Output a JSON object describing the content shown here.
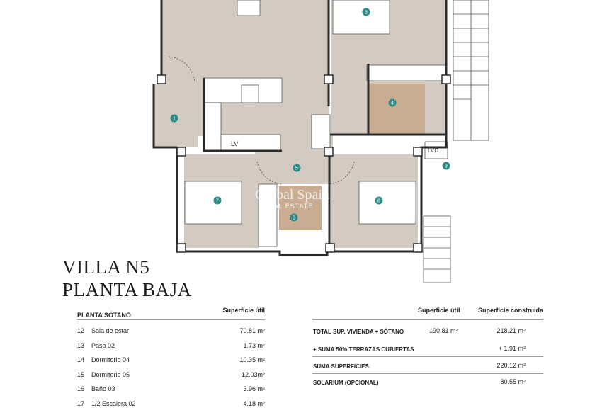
{
  "plan": {
    "room_markers": [
      "1",
      "3",
      "4",
      "5",
      "6",
      "7",
      "8",
      "9"
    ],
    "labels": {
      "lv": "LV",
      "lvd": "LVD"
    },
    "watermark": {
      "brand": "Global Spain",
      "sub": "REAL ESTATE"
    },
    "colors": {
      "floor": "#d3cbc1",
      "wet": "#c9ad92",
      "marker": "#2e8a86",
      "wall": "#2b2b2b"
    }
  },
  "title": {
    "line1": "VILLA N5",
    "line2": "PLANTA BAJA"
  },
  "left_table": {
    "heading": "PLANTA SÓTANO",
    "col_header": "Superficie útil",
    "rows": [
      {
        "num": "12",
        "name": "Sala de estar",
        "value": "70.81 m²"
      },
      {
        "num": "13",
        "name": "Paso 02",
        "value": "1.73 m²"
      },
      {
        "num": "14",
        "name": "Dormitorio 04",
        "value": "10.35 m²"
      },
      {
        "num": "15",
        "name": "Dormitorio 05",
        "value": "12.03m²"
      },
      {
        "num": "16",
        "name": "Baño 03",
        "value": "3.96 m²"
      },
      {
        "num": "17",
        "name": "1/2 Escalera 02",
        "value": "4.18 m²"
      }
    ]
  },
  "right_table": {
    "col_util": "Superficie útil",
    "col_construida": "Superficie construida",
    "rows": [
      {
        "name": "TOTAL SUP. VIVIENDA + SÓTANO",
        "util": "190.81  m²",
        "construida": "218.21 m²"
      },
      {
        "name": "+ SUMA 50% TERRAZAS CUBIERTAS",
        "util": "",
        "construida": "+ 1.91 m²"
      },
      {
        "name": "SUMA SUPERFICIES",
        "util": "",
        "construida": "220.12 m²"
      },
      {
        "name": "SOLARIUM (OPCIONAL)",
        "util": "",
        "construida": "80.55 m²"
      }
    ]
  }
}
